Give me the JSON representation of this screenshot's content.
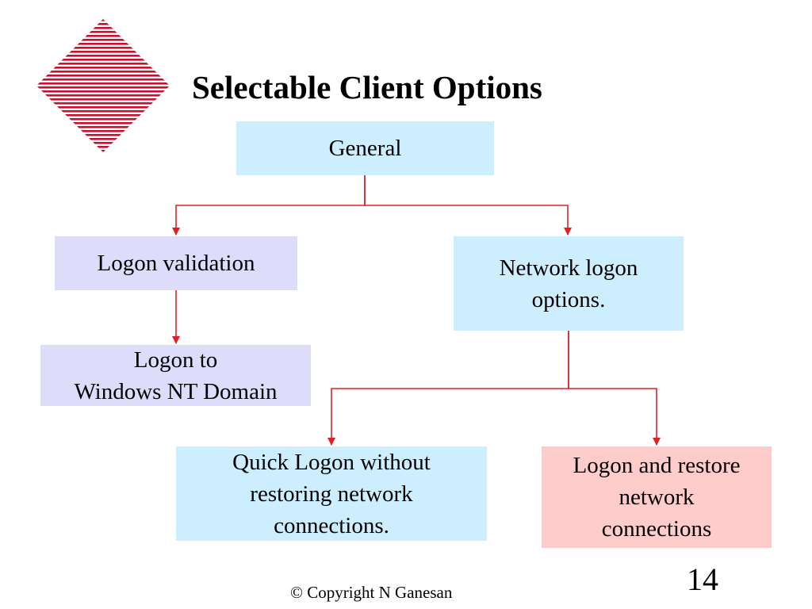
{
  "slide": {
    "title": "Selectable Client Options",
    "logo_icon": "striped-red-diamond",
    "footer": "© Copyright N Ganesan",
    "page_number": "14"
  },
  "colors": {
    "connector": "#dd2222",
    "logo_stripe": "#c8102e",
    "box_blue": "#cceeff",
    "box_lilac": "#ddddfb",
    "box_pink": "#ffcccc"
  },
  "diagram": {
    "nodes": [
      {
        "id": "general",
        "text": "General",
        "fill": "blue"
      },
      {
        "id": "logon_validation",
        "text": "Logon validation",
        "fill": "lilac"
      },
      {
        "id": "network_logon_options",
        "text": "Network logon\noptions.",
        "fill": "blue"
      },
      {
        "id": "logon_nt_domain",
        "text": "Logon to\nWindows NT Domain",
        "fill": "lilac"
      },
      {
        "id": "quick_logon",
        "text": "Quick Logon without\nrestoring network\nconnections.",
        "fill": "blue"
      },
      {
        "id": "logon_restore",
        "text": "Logon and restore\nnetwork\nconnections",
        "fill": "pink"
      }
    ],
    "edges": [
      {
        "from": "general",
        "to": "logon_validation"
      },
      {
        "from": "general",
        "to": "network_logon_options"
      },
      {
        "from": "logon_validation",
        "to": "logon_nt_domain"
      },
      {
        "from": "network_logon_options",
        "to": "quick_logon"
      },
      {
        "from": "network_logon_options",
        "to": "logon_restore"
      }
    ]
  }
}
